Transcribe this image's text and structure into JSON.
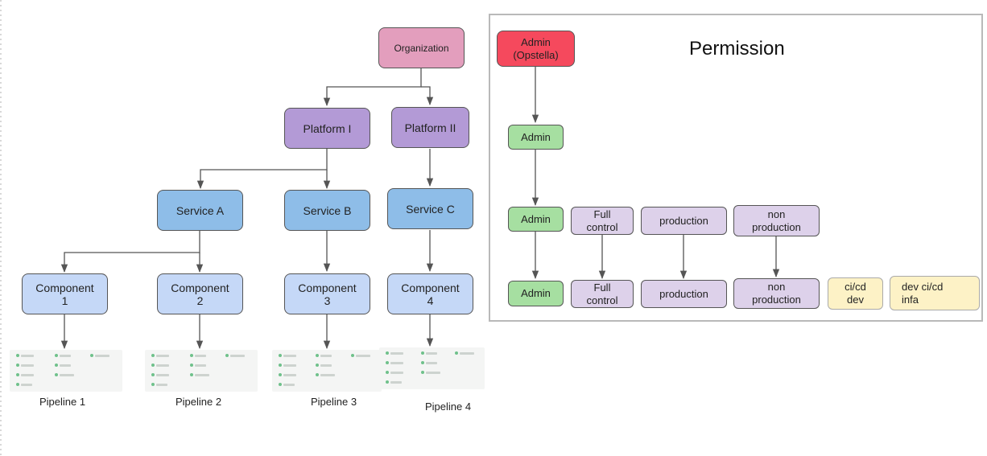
{
  "hierarchy": {
    "organization": "Organization",
    "platforms": [
      "Platform I",
      "Platform II"
    ],
    "services": [
      "Service A",
      "Service B",
      "Service C"
    ],
    "components": [
      "Component\n1",
      "Component\n2",
      "Component\n3",
      "Component\n4"
    ],
    "pipelines": [
      "Pipeline 1",
      "Pipeline 2",
      "Pipeline 3",
      "Pipeline 4"
    ]
  },
  "permission": {
    "title": "Permission",
    "root": "Admin\n(Opstella)",
    "level2": "Admin",
    "level3": [
      "Admin",
      "Full\ncontrol",
      "production",
      "non\nproduction"
    ],
    "level4": [
      "Admin",
      "Full\ncontrol",
      "production",
      "non\nproduction",
      "ci/cd\ndev",
      "dev ci/cd\ninfa"
    ]
  },
  "colors": {
    "organization": "#e39ebd",
    "platform": "#b39ad6",
    "service": "#8ebde8",
    "component": "#c5d8f7",
    "admin_root": "#f5495d",
    "admin": "#a6dfa1",
    "role": "#ddd1ea",
    "cicd": "#fdf2c6"
  }
}
